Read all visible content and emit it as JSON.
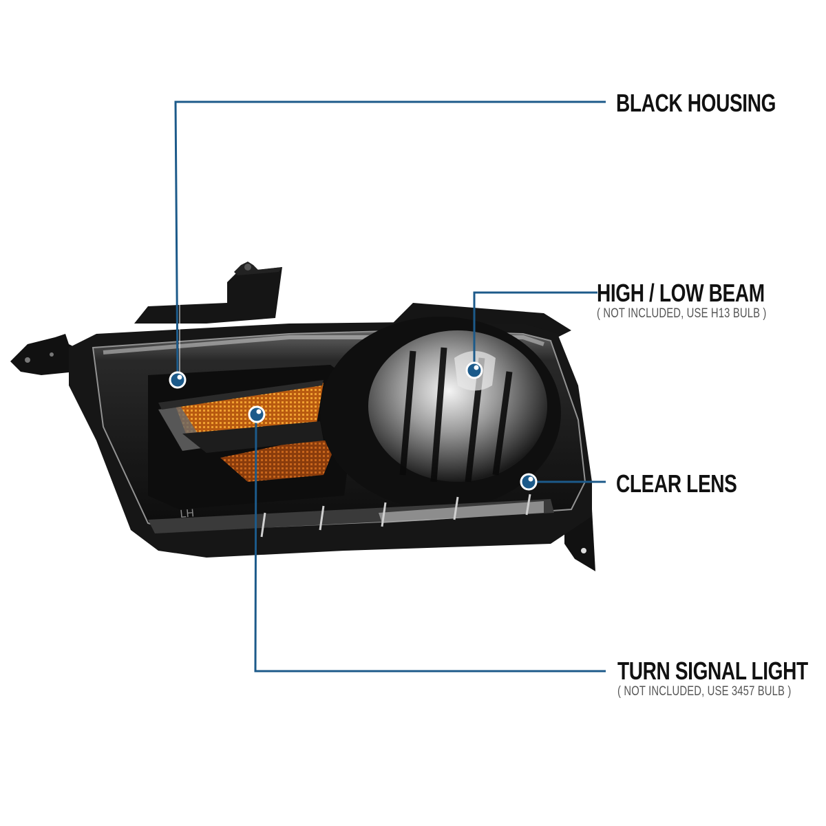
{
  "callouts": {
    "housing": {
      "title": "BLACK HOUSING"
    },
    "beam": {
      "title": "HIGH / LOW BEAM",
      "subtitle": "( NOT INCLUDED, USE  H13  BULB )"
    },
    "lens": {
      "title": "CLEAR LENS"
    },
    "turn": {
      "title": "TURN SIGNAL LIGHT",
      "subtitle": "( NOT INCLUDED, USE  3457  BULB )"
    }
  },
  "product": {
    "name": "headlight-assembly",
    "side_marking": "LH"
  },
  "colors": {
    "callout_line": "#1c5a8a",
    "callout_dot": "#1c5a8a",
    "housing": "#141414",
    "amber": "#d9731a",
    "background": "#ffffff"
  }
}
